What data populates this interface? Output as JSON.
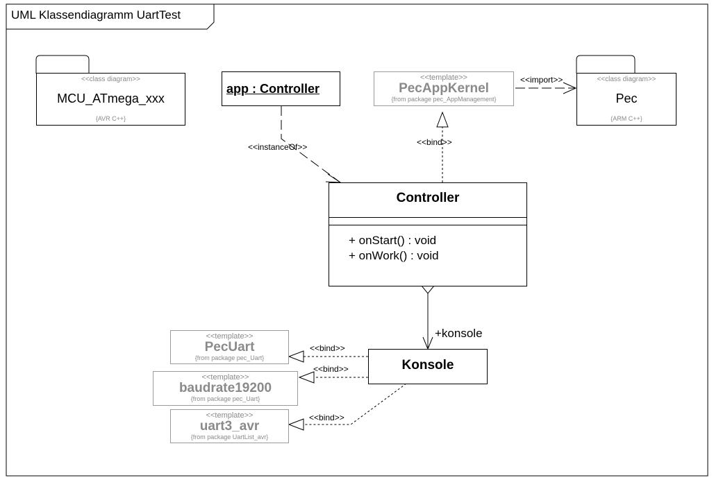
{
  "frame": {
    "title": "UML Klassendiagramm UartTest"
  },
  "packages": {
    "mcu": {
      "stereotype": "<<class diagram>>",
      "name": "MCU_ATmega_xxx",
      "language": "{AVR C++}"
    },
    "pec": {
      "stereotype": "<<class diagram>>",
      "name": "Pec",
      "language": "{ARM C++}"
    }
  },
  "instance": {
    "name": "app : Controller"
  },
  "templates": {
    "pecAppKernel": {
      "stereotype": "<<template>>",
      "name": "PecAppKernel",
      "from": "{from package pec_AppManagement}"
    },
    "pecUart": {
      "stereotype": "<<template>>",
      "name": "PecUart",
      "from": "{from package pec_Uart}"
    },
    "baudrate": {
      "stereotype": "<<template>>",
      "name": "baudrate19200",
      "from": "{from package pec_Uart}"
    },
    "uart3": {
      "stereotype": "<<template>>",
      "name": "uart3_avr",
      "from": "{from package UartList_avr}"
    }
  },
  "controller": {
    "name": "Controller",
    "operations": [
      "+ onStart() : void",
      "+ onWork() : void"
    ]
  },
  "konsole": {
    "name": "Konsole"
  },
  "relations": {
    "import": "<<import>>",
    "instanceOf": "<<instanceOf>>",
    "bindKernel": "<<bind>>",
    "konsoleRole": "+konsole",
    "bindPecUart": "<<bind>>",
    "bindBaudrate": "<<bind>>",
    "bindUart3": "<<bind>>"
  }
}
